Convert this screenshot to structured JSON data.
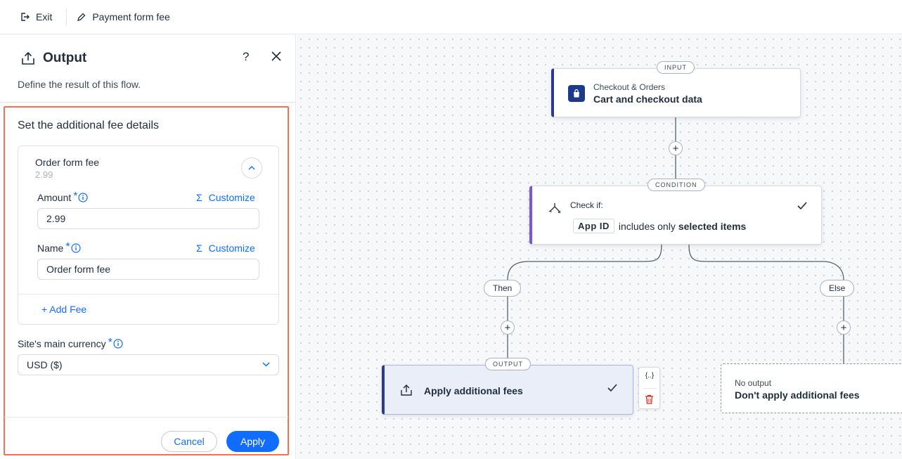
{
  "topbar": {
    "exit_label": "Exit",
    "flow_title": "Payment form fee"
  },
  "panel": {
    "title": "Output",
    "help": "?",
    "subtitle": "Define the result of this flow.",
    "section_title": "Set the additional fee details",
    "fee_card": {
      "name": "Order form fee",
      "summary": "2.99",
      "amount_label": "Amount",
      "amount_value": "2.99",
      "name_label": "Name",
      "name_value": "Order form fee",
      "customize_label": "Customize",
      "add_fee_label": "+ Add Fee"
    },
    "required_marker": "*",
    "currency_label": "Site's main currency",
    "currency_value": "USD ($)",
    "cancel_label": "Cancel",
    "apply_label": "Apply"
  },
  "canvas": {
    "input_node": {
      "tag": "INPUT",
      "source": "Checkout & Orders",
      "name": "Cart and checkout data"
    },
    "condition_node": {
      "tag": "CONDITION",
      "label": "Check if:",
      "field_chip": "App ID",
      "operator": "includes only",
      "value": "selected items"
    },
    "branches": {
      "then_label": "Then",
      "else_label": "Else"
    },
    "output_node": {
      "tag": "OUTPUT",
      "name": "Apply additional fees",
      "var_tool": "{..}"
    },
    "no_output_node": {
      "label": "No output",
      "name": "Don't apply additional fees"
    },
    "plus": "+"
  },
  "colors": {
    "accent": "#116dff",
    "highlight_border": "#f07258",
    "input_bar": "#2b3a8f",
    "condition_bar": "#7c56d6",
    "delete_red": "#e62214"
  }
}
